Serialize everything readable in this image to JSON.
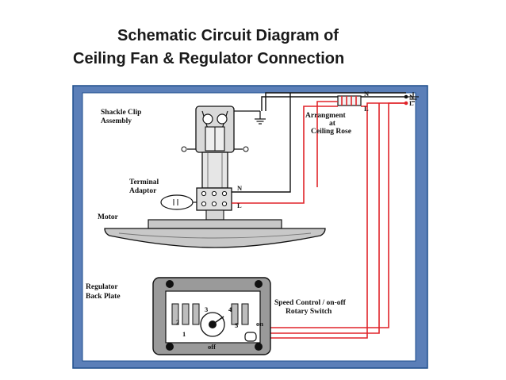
{
  "title": {
    "line1": "Schematic Circuit Diagram of",
    "line2": "Ceiling Fan & Regulator Connection"
  },
  "labels": {
    "shackle_clip_1": "Shackle Clip",
    "shackle_clip_2": "Assembly",
    "terminal_1": "Terminal",
    "terminal_2": "Adaptor",
    "motor": "Motor",
    "arrangement_1": "Arrangment",
    "arrangement_2": "at",
    "arrangement_3": "Ceiling Rose",
    "rose_n": "N",
    "rose_l": "L",
    "supply_n": "N",
    "supply_l": "L",
    "adaptor_n": "N",
    "adaptor_l": "L",
    "regulator_1": "Regulator",
    "regulator_2": "Back Plate",
    "switch_1": "Speed Control / on-off",
    "switch_2": "Rotary Switch",
    "pos_1": "1",
    "pos_2": "2",
    "pos_3": "3",
    "pos_4": "4",
    "pos_5": "5",
    "on": "on",
    "off": "off"
  },
  "colors": {
    "frame_fill": "#5b7fb8",
    "frame_border": "#1e4e8c",
    "wire_black": "#111111",
    "wire_red": "#e0242a",
    "motor_fill": "#c8c8c8",
    "plate_fill": "#9a9a9a",
    "fuse_fill": "#f2f2f2"
  },
  "icons": {
    "earth": "earth-ground-icon",
    "fuse": "fuse-icon"
  }
}
